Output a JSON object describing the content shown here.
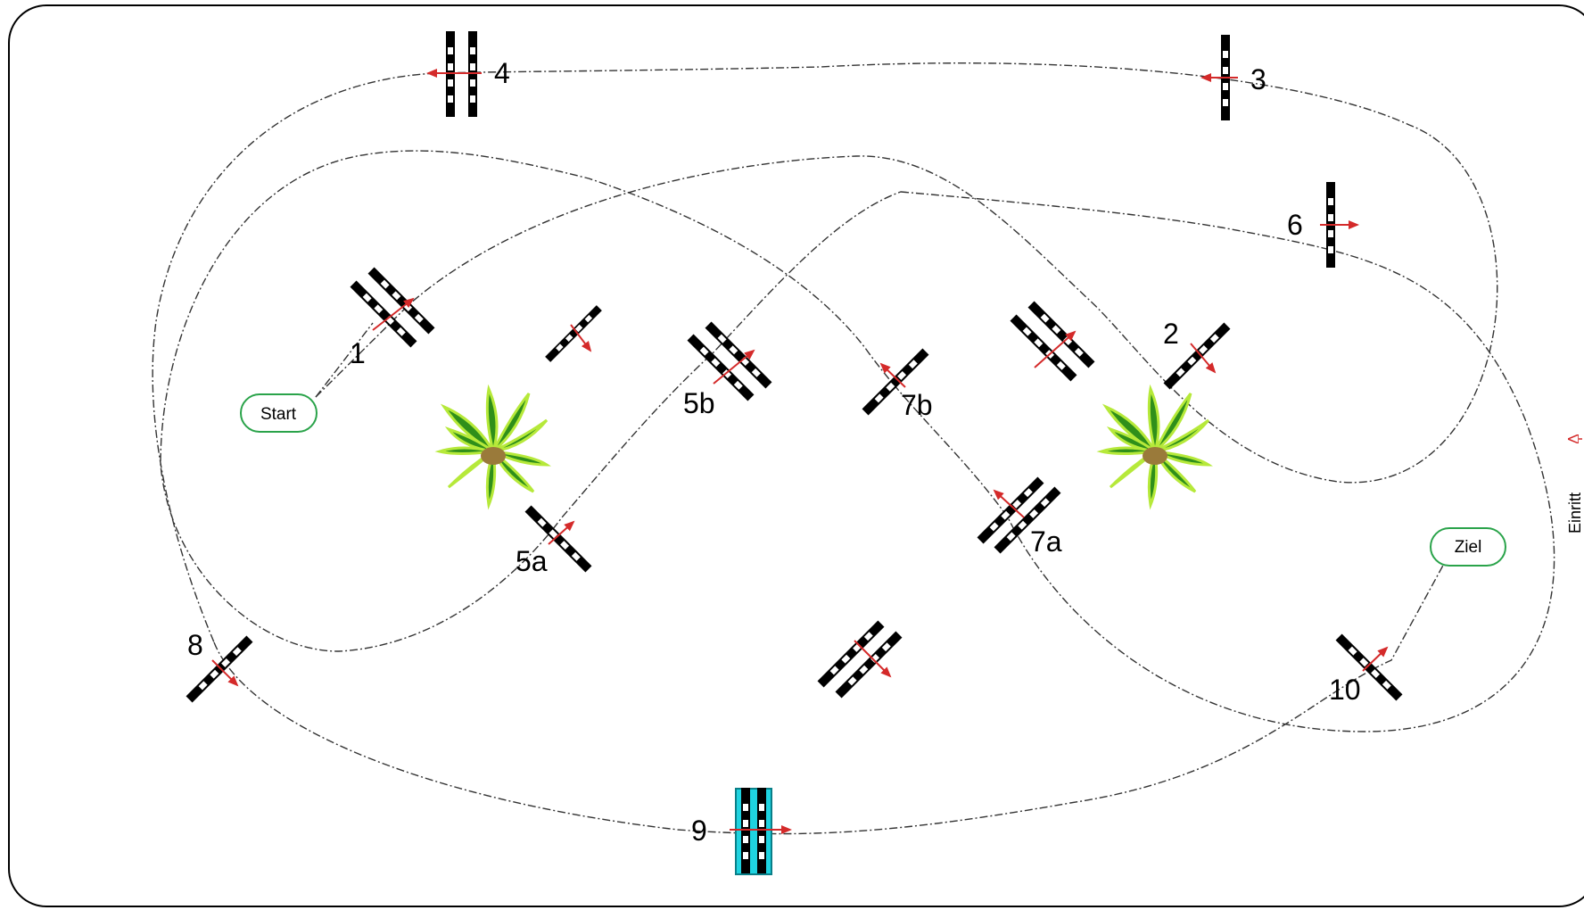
{
  "course": {
    "start_label": "Start",
    "finish_label": "Ziel",
    "entrance_label": "Einritt"
  },
  "obstacles": [
    {
      "id": "1",
      "label": "1"
    },
    {
      "id": "2",
      "label": "2"
    },
    {
      "id": "3",
      "label": "3"
    },
    {
      "id": "4",
      "label": "4"
    },
    {
      "id": "5a",
      "label": "5a"
    },
    {
      "id": "5b",
      "label": "5b"
    },
    {
      "id": "6",
      "label": "6"
    },
    {
      "id": "7a",
      "label": "7a"
    },
    {
      "id": "7b",
      "label": "7b"
    },
    {
      "id": "8",
      "label": "8"
    },
    {
      "id": "9",
      "label": "9"
    },
    {
      "id": "10",
      "label": "10"
    }
  ],
  "colors": {
    "path": "#333333",
    "pole": "#000000",
    "direction_arrow": "#d42a2a",
    "oval_border": "#2aa34a",
    "water": "#1fd3e0",
    "plant_dark": "#2f8f1a",
    "plant_light": "#b6e93a"
  },
  "icons": {
    "plant": "plant-icon",
    "direction": "arrow-icon",
    "water": "water-obstacle-icon"
  }
}
